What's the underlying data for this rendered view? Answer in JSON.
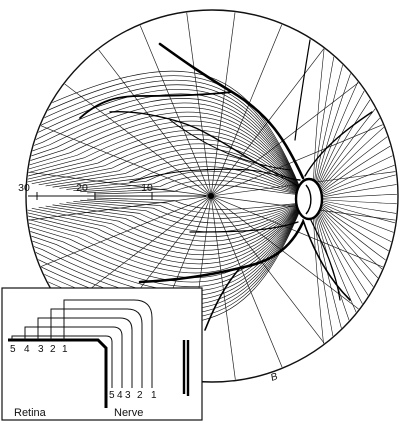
{
  "figure": {
    "eccentricity_labels": [
      "30",
      "20",
      "10"
    ],
    "inset": {
      "retina_layer_labels": [
        "5",
        "4",
        "3",
        "2",
        "1"
      ],
      "nerve_layer_labels": [
        "5",
        "4",
        "3",
        "2",
        "1"
      ],
      "retina_caption": "Retina",
      "nerve_caption": "Nerve"
    },
    "artist_mark": "B"
  }
}
